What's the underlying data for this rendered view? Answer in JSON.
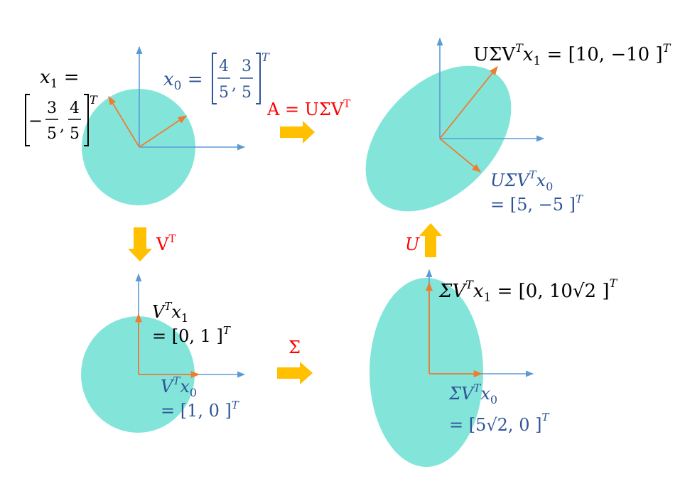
{
  "colors": {
    "shape_fill": "#83E5DA",
    "axis": "#5B9BD5",
    "vector": "#ED7D31",
    "arrow": "#FFC000",
    "label_red": "#FF0000",
    "text_blue": "#2F5597",
    "text_black": "#000000"
  },
  "panels": {
    "top_left": {
      "x1_label": "x",
      "x1_sub": "1",
      "x1_eq": " =",
      "x1_value": "−3/5, 4/5",
      "x1_num_a": "3",
      "x1_den_a": "5",
      "x1_num_b": "4",
      "x1_den_b": "5",
      "x1_minus": "−",
      "x1_comma": ",",
      "x1_sup": "T",
      "x0_label": "x",
      "x0_sub": "0",
      "x0_eq": " =",
      "x0_num_a": "4",
      "x0_den_a": "5",
      "x0_num_b": "3",
      "x0_den_b": "5",
      "x0_comma": ",",
      "x0_sup": "T"
    },
    "top_right": {
      "x1_text": "UΣV",
      "x1_sup": "T",
      "x1_var": "x",
      "x1_sub": "1",
      "x1_value": " = [10, −10 ]",
      "x1_value_sup": "T",
      "x0_text": "UΣV",
      "x0_sup": "T",
      "x0_var": "x",
      "x0_sub": "0",
      "x0_value": "= [5, −5 ]",
      "x0_value_sup": "T"
    },
    "bottom_left": {
      "x1_text": "V",
      "x1_sup": "T",
      "x1_var": "x",
      "x1_sub": "1",
      "x1_value": "= [0, 1 ]",
      "x1_value_sup": "T",
      "x0_text": "V",
      "x0_sup": "T",
      "x0_var": "x",
      "x0_sub": "0",
      "x0_value": "= [1, 0 ]",
      "x0_value_sup": "T"
    },
    "bottom_right": {
      "x1_text": "ΣV",
      "x1_sup": "T",
      "x1_var": "x",
      "x1_sub": "1",
      "x1_value": " = [0, 10√2 ]",
      "x1_value_sup": "T",
      "x0_text": "ΣV",
      "x0_sup": "T",
      "x0_var": "x",
      "x0_sub": "0",
      "x0_value": "= [5√2, 0 ]",
      "x0_value_sup": "T"
    }
  },
  "transforms": {
    "a_label": "A = UΣV",
    "a_sup": "T",
    "vt_label": "V",
    "vt_sup": "T",
    "sigma_label": "Σ",
    "u_label": "U"
  }
}
